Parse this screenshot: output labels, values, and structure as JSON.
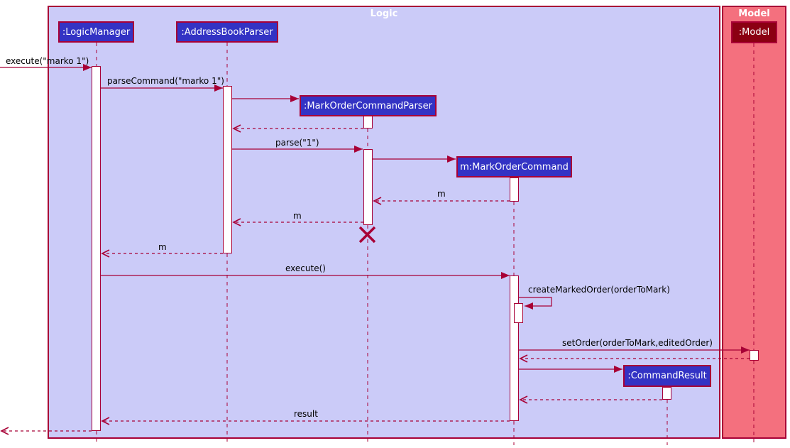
{
  "frames": {
    "logic": {
      "title": "Logic"
    },
    "model": {
      "title": "Model"
    }
  },
  "participants": {
    "logic_manager": {
      "label": ":LogicManager"
    },
    "address_book_parser": {
      "label": ":AddressBookParser"
    },
    "mark_order_command_parser": {
      "label": ":MarkOrderCommandParser"
    },
    "mark_order_command": {
      "label": "m:MarkOrderCommand"
    },
    "command_result": {
      "label": ":CommandResult"
    },
    "model": {
      "label": ":Model"
    }
  },
  "messages": {
    "execute_input": {
      "label": "execute(\"marko 1\")"
    },
    "parse_command": {
      "label": "parseCommand(\"marko 1\")"
    },
    "parse": {
      "label": "parse(\"1\")"
    },
    "return_m_to_command_parser": {
      "label": "m"
    },
    "return_m_to_address_book_parser": {
      "label": "m"
    },
    "return_m_to_logic_manager": {
      "label": "m"
    },
    "execute": {
      "label": "execute()"
    },
    "create_marked_order": {
      "label": "createMarkedOrder(orderToMark)"
    },
    "set_order": {
      "label": "setOrder(orderToMark,editedOrder)"
    },
    "result": {
      "label": "result"
    }
  },
  "colors": {
    "logic_frame_fill": "#CBCBF8",
    "model_frame_fill": "#F4707E",
    "participant_fill": "#3333C4",
    "model_participant_fill": "#8B0012",
    "line": "#A80036",
    "activation_fill": "#FFFFFF",
    "label_text": "#000000",
    "box_text": "#FFFFFF"
  }
}
